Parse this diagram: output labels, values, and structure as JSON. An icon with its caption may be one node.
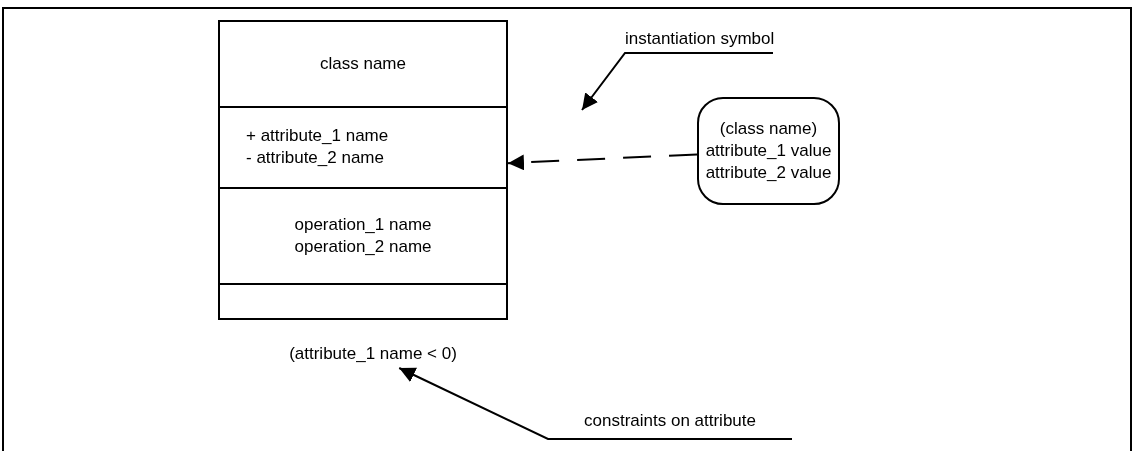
{
  "diagram": {
    "nodes": [
      {
        "text": [
          "class name",
          "+ attribute_1 name",
          "- attribute_2 name",
          "operation_1 name",
          "operation_2 name"
        ]
      },
      {
        "text": [
          "(class name)",
          "attribute_1 value",
          "attribute_2 value"
        ]
      },
      {
        "text": [
          "instantiation symbol"
        ]
      },
      {
        "text": [
          "(attribute_1 name < 0)"
        ]
      },
      {
        "text": [
          "constraints on attribute"
        ]
      }
    ],
    "edges": [
      {
        "from": 1,
        "to": 0,
        "arrow": "to",
        "style": "dashed"
      },
      {
        "from": 2,
        "to": null,
        "arrow": "to"
      },
      {
        "from": 4,
        "to": 3,
        "arrow": "to"
      }
    ]
  }
}
